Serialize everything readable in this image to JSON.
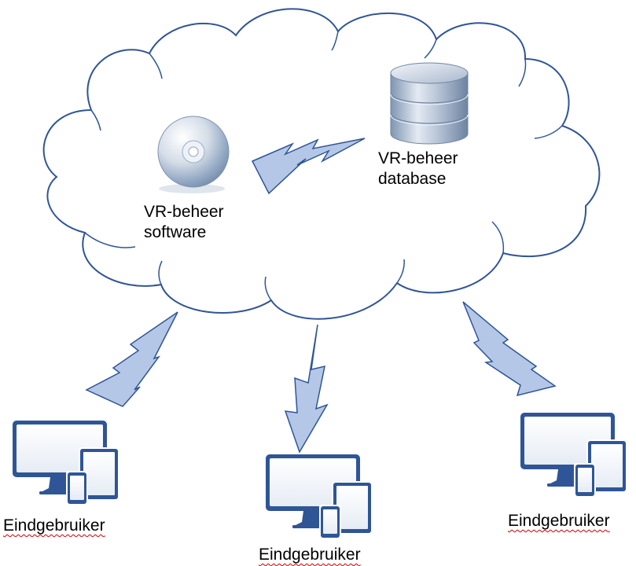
{
  "cloud": {
    "software": {
      "line1": "VR-beheer",
      "line2": "software",
      "icon": "cd-disc-icon"
    },
    "database": {
      "line1": "VR-beheer",
      "line2": "database",
      "icon": "database-icon"
    }
  },
  "end_users": [
    {
      "label": "Eindgebruiker",
      "icon": "monitor-tablet-phone-icon"
    },
    {
      "label": "Eindgebruiker",
      "icon": "monitor-tablet-phone-icon"
    },
    {
      "label": "Eindgebruiker",
      "icon": "monitor-tablet-phone-icon"
    }
  ],
  "colors": {
    "cloud_outline": "#2f5597",
    "bolt_fill": "#b4c7e7",
    "bolt_outline": "#2f5597",
    "device_frame": "#2f5597",
    "spellcheck_underline": "#d40000"
  }
}
